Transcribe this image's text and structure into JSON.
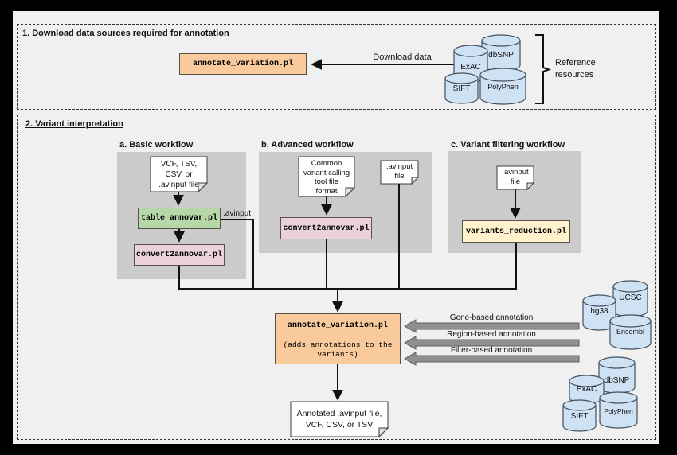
{
  "colors": {
    "frame": "#000000",
    "canvas": "#f0f0f0",
    "panel_gray": "#cbcbcb",
    "tool_orange": "#f9cb9c",
    "tool_green": "#b6d7a8",
    "tool_pink": "#ead1dc",
    "tool_yellow": "#fff2cc",
    "database_blue": "#cfe2f3",
    "block_arrow_gray": "#8f8f8f"
  },
  "section1": {
    "title": "1. Download data sources required for annotation",
    "tool": "annotate_variation.pl",
    "download_label": "Download data",
    "databases": {
      "exac": "ExAC",
      "dbsnp": "dbSNP",
      "sift": "SIFT",
      "polyphen": "PolyPhen"
    },
    "bracket_label_lines": [
      "Reference",
      "resources"
    ]
  },
  "section2": {
    "title": "2. Variant interpretation",
    "basic": {
      "header": "a. Basic workflow",
      "input_doc_lines": [
        "VCF, TSV,",
        "CSV, or",
        ".avinput file"
      ],
      "tool1": "table_annovar.pl",
      "avinput_label": ".avinput",
      "tool2": "convert2annovar.pl"
    },
    "advanced": {
      "header": "b. Advanced workflow",
      "input_doc_lines": [
        "Common",
        "variant calling",
        "tool file",
        "format"
      ],
      "tool": "convert2annovar.pl",
      "avinput_doc_lines": [
        ".avinput",
        "file"
      ]
    },
    "filtering": {
      "header": "c. Variant filtering workflow",
      "input_doc_lines": [
        ".avinput",
        "file"
      ],
      "tool": "variants_reduction.pl"
    },
    "central": {
      "tool": "annotate_variation.pl",
      "subtitle_line1": "(adds annotations to the",
      "subtitle_line2": "variants)"
    },
    "annotation_arrows": [
      "Gene-based annotation",
      "Region-based annotation",
      "Filter-based annotation"
    ],
    "gene_databases": {
      "hg38": "hg38",
      "ucsc": "UCSC",
      "ensembl": "Ensembl"
    },
    "filter_databases": {
      "dbsnp": "dbSNP",
      "exac": "ExAC",
      "sift": "SIFT",
      "polyphen": "PolyPhen"
    },
    "output_doc_lines": [
      "Annotated .avinput file,",
      "VCF, CSV, or TSV"
    ]
  }
}
